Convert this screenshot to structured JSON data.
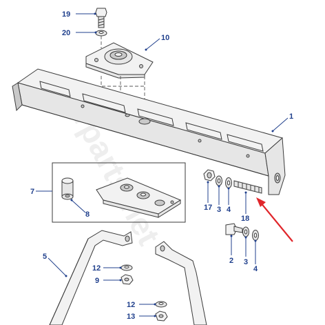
{
  "watermark": "lrparts.net",
  "callouts": {
    "p1": "1",
    "p2": "2",
    "p3a": "3",
    "p3b": "3",
    "p4a": "4",
    "p4b": "4",
    "p5": "5",
    "p7": "7",
    "p8": "8",
    "p9": "9",
    "p10": "10",
    "p12a": "12",
    "p12b": "12",
    "p13": "13",
    "p17": "17",
    "p18": "18",
    "p19": "19",
    "p20": "20"
  },
  "colors": {
    "callout": "#1f3f8c",
    "arrow": "#e0262b",
    "outline": "#3a3a3a",
    "watermark": "#eeeeee"
  }
}
